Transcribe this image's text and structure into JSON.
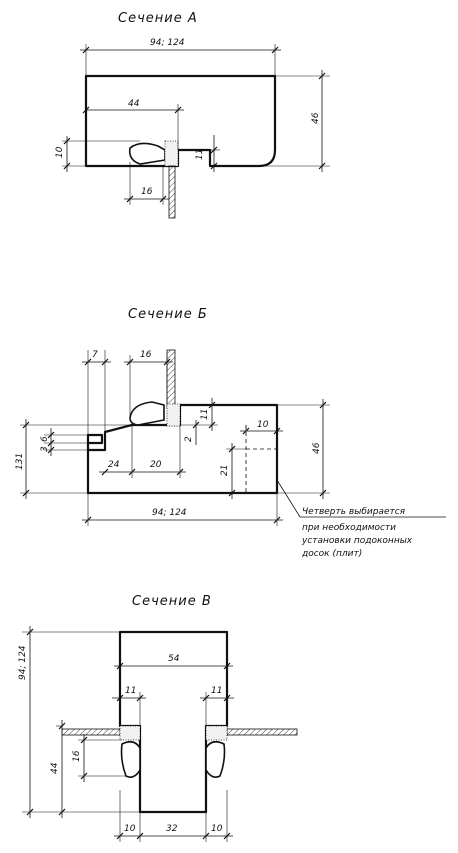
{
  "section_a": {
    "title": "Сечение А",
    "dims": {
      "width": "94; 124",
      "height": "46",
      "rebate_width": "44",
      "bottom_left": "10",
      "bottom_right": "11",
      "gap": "16"
    }
  },
  "section_b": {
    "title": "Сечение Б",
    "dims": {
      "top_small": "7",
      "top_glass": "16",
      "right_small": "11",
      "right_rebate": "10",
      "height": "46",
      "left_total": "131",
      "left_a": "3",
      "left_b": "6",
      "bottom_a": "24",
      "bottom_b": "20",
      "mid_small": "2",
      "mid_21": "21",
      "width": "94; 124"
    },
    "note_lines": [
      "Четверть выбирается",
      "при необходимости",
      "установки подоконных",
      "досок (плит)"
    ]
  },
  "section_c": {
    "title": "Сечение В",
    "dims": {
      "total_height": "94; 124",
      "top_width": "54",
      "left_11": "11",
      "right_11": "11",
      "left_44": "44",
      "left_16": "16",
      "bottom_left": "10",
      "bottom_mid": "32",
      "bottom_right": "10"
    }
  }
}
